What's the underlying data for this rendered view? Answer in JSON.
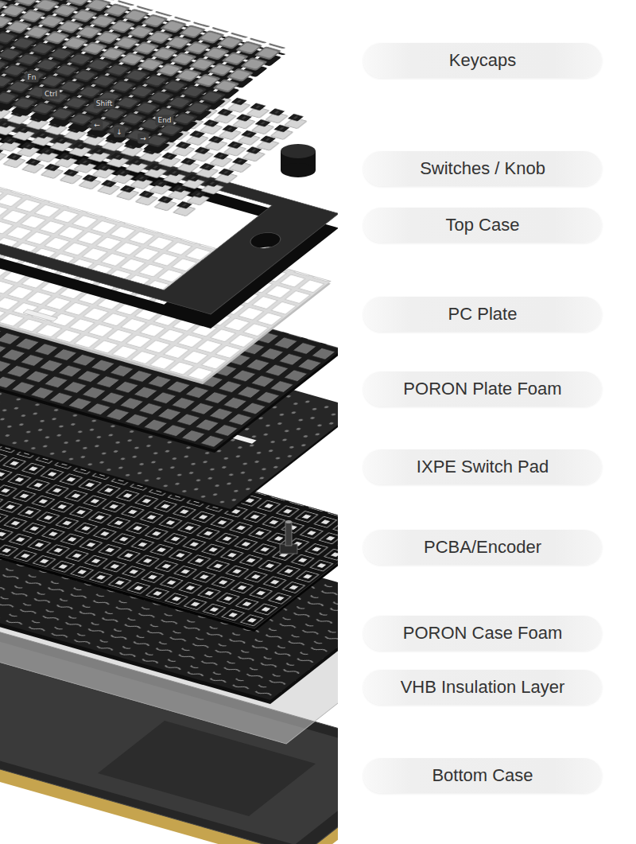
{
  "diagram": {
    "nodes": [
      {
        "text": [
          "Keycaps"
        ]
      },
      {
        "text": [
          "Switches / Knob"
        ]
      },
      {
        "text": [
          "Top Case"
        ]
      },
      {
        "text": [
          "PC Plate"
        ]
      },
      {
        "text": [
          "PORON Plate Foam"
        ]
      },
      {
        "text": [
          "IXPE Switch Pad"
        ]
      },
      {
        "text": [
          "PCBA/Encoder"
        ]
      },
      {
        "text": [
          "PORON Case Foam"
        ]
      },
      {
        "text": [
          "VHB Insulation Layer"
        ]
      },
      {
        "text": [
          "Bottom Case"
        ]
      }
    ],
    "labels": [
      "Fn",
      "Ctrl",
      "Shift",
      "End",
      "←",
      "↓",
      "→"
    ]
  }
}
